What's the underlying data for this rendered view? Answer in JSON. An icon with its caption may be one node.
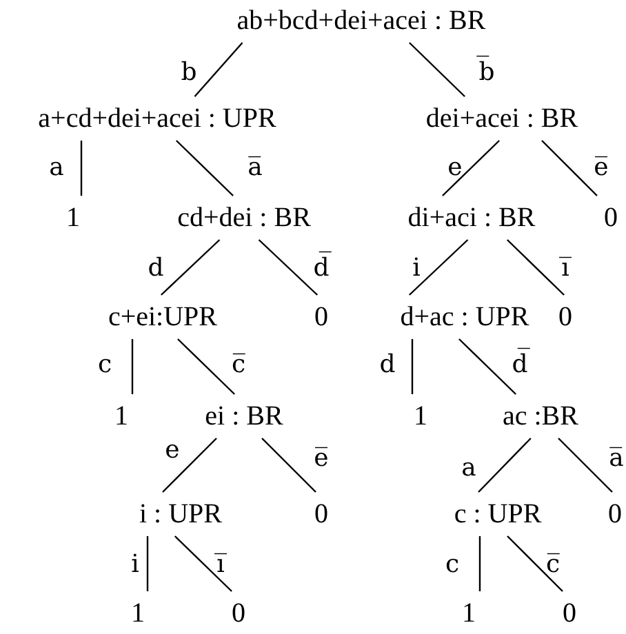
{
  "diagram": {
    "nodes": [
      {
        "text": [
          "ab+bcd+dei+acei : BR"
        ]
      },
      {
        "text": [
          "a+cd+dei+acei : UPR"
        ]
      },
      {
        "text": [
          "dei+acei : BR"
        ]
      },
      {
        "text": [
          "1"
        ]
      },
      {
        "text": [
          "cd+dei : BR"
        ]
      },
      {
        "text": [
          "di+aci : BR"
        ]
      },
      {
        "text": [
          "0"
        ]
      },
      {
        "text": [
          "c+ei:UPR"
        ]
      },
      {
        "text": [
          "0"
        ]
      },
      {
        "text": [
          "d+ac : UPR"
        ]
      },
      {
        "text": [
          "0"
        ]
      },
      {
        "text": [
          "1"
        ]
      },
      {
        "text": [
          "ei : BR"
        ]
      },
      {
        "text": [
          "1"
        ]
      },
      {
        "text": [
          "ac :BR"
        ]
      },
      {
        "text": [
          "i : UPR"
        ]
      },
      {
        "text": [
          "0"
        ]
      },
      {
        "text": [
          "c : UPR"
        ]
      },
      {
        "text": [
          "0"
        ]
      },
      {
        "text": [
          "1"
        ]
      },
      {
        "text": [
          "0"
        ]
      },
      {
        "text": [
          "1"
        ]
      },
      {
        "text": [
          "0"
        ]
      }
    ],
    "edges": [
      {
        "from": 0,
        "to": 1,
        "arrow": "none",
        "label": "b"
      },
      {
        "from": 0,
        "to": 2,
        "arrow": "none",
        "label": "b̅"
      },
      {
        "from": 1,
        "to": 3,
        "arrow": "none",
        "label": "a"
      },
      {
        "from": 1,
        "to": 4,
        "arrow": "none",
        "label": "a̅"
      },
      {
        "from": 2,
        "to": 5,
        "arrow": "none",
        "label": "e"
      },
      {
        "from": 2,
        "to": 6,
        "arrow": "none",
        "label": "e̅"
      },
      {
        "from": 4,
        "to": 7,
        "arrow": "none",
        "label": "d"
      },
      {
        "from": 4,
        "to": 8,
        "arrow": "none",
        "label": "d̅"
      },
      {
        "from": 5,
        "to": 9,
        "arrow": "none",
        "label": "i"
      },
      {
        "from": 5,
        "to": 10,
        "arrow": "none",
        "label": "i̅"
      },
      {
        "from": 7,
        "to": 11,
        "arrow": "none",
        "label": "c"
      },
      {
        "from": 7,
        "to": 12,
        "arrow": "none",
        "label": "c̅"
      },
      {
        "from": 9,
        "to": 13,
        "arrow": "none",
        "label": "d"
      },
      {
        "from": 9,
        "to": 14,
        "arrow": "none",
        "label": "d̅"
      },
      {
        "from": 12,
        "to": 15,
        "arrow": "none",
        "label": "e"
      },
      {
        "from": 12,
        "to": 16,
        "arrow": "none",
        "label": "e̅"
      },
      {
        "from": 14,
        "to": 17,
        "arrow": "none",
        "label": "a"
      },
      {
        "from": 14,
        "to": 18,
        "arrow": "none",
        "label": "a̅"
      },
      {
        "from": 15,
        "to": 19,
        "arrow": "none",
        "label": "i"
      },
      {
        "from": 15,
        "to": 20,
        "arrow": "none",
        "label": "i̅"
      },
      {
        "from": 17,
        "to": 21,
        "arrow": "none",
        "label": "c"
      },
      {
        "from": 17,
        "to": 22,
        "arrow": "none",
        "label": "c̅"
      }
    ]
  }
}
